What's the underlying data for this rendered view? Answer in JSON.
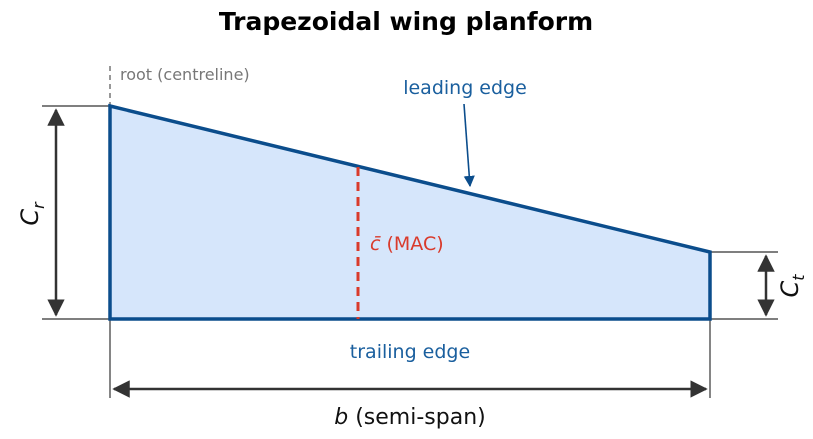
{
  "title": "Trapezoidal wing planform",
  "labels": {
    "root": "root (centreline)",
    "leading_edge": "leading edge",
    "trailing_edge": "trailing edge",
    "mac_symbol": "c̄",
    "mac_text": " (MAC)",
    "span_symbol": "b",
    "span_text": "  (semi-span)",
    "root_chord_main": "C",
    "root_chord_sub": "r",
    "tip_chord_main": "C",
    "tip_chord_sub": "t"
  },
  "colors": {
    "outline": "#0b4d8c",
    "fill": "#d6e6fb",
    "mac": "#d93a2b",
    "edge_label": "#1a5f9e",
    "dimension": "#333333",
    "root_label": "#777777"
  }
}
